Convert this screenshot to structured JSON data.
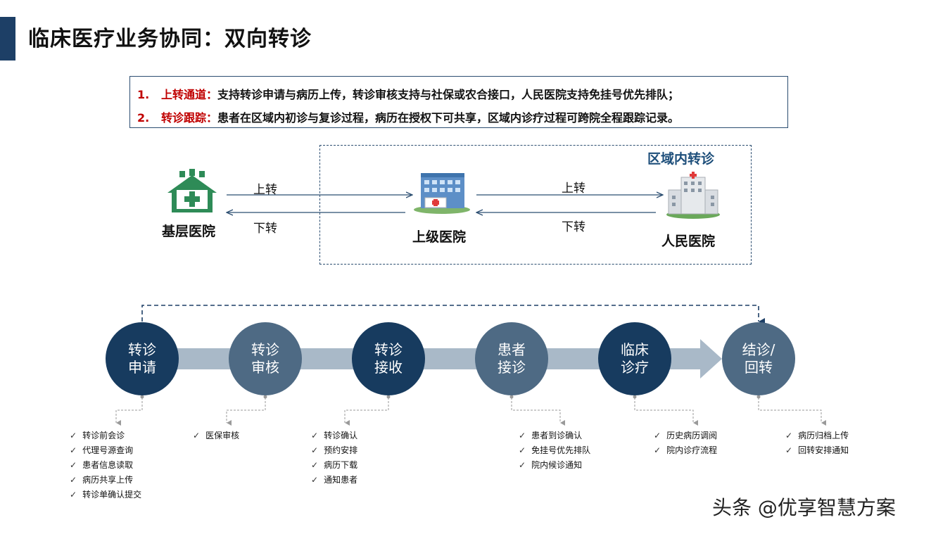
{
  "title": "临床医疗业务协同：双向转诊",
  "notes": [
    {
      "num": "1.",
      "key": "上转通道：",
      "text": "支持转诊申请与病历上传，转诊审核支持与社保或农合接口，人民医院支持免挂号优先排队；"
    },
    {
      "num": "2.",
      "key": "转诊跟踪：",
      "text": "患者在区域内初诊与复诊过程，病历在授权下可共享，区域内诊疗过程可跨院全程跟踪记录。"
    }
  ],
  "region_label": "区域内转诊",
  "hospitals": {
    "primary": "基层医院",
    "upper": "上级医院",
    "people": "人民医院"
  },
  "arrows": {
    "left_up": "上转",
    "left_down": "下转",
    "right_up": "上转",
    "right_down": "下转"
  },
  "steps": [
    {
      "line1": "转诊",
      "line2": "申请",
      "items": [
        "转诊前会诊",
        "代理号源查询",
        "患者信息读取",
        "病历共享上传",
        "转诊单确认提交"
      ]
    },
    {
      "line1": "转诊",
      "line2": "审核",
      "items": [
        "医保审核"
      ]
    },
    {
      "line1": "转诊",
      "line2": "接收",
      "items": [
        "转诊确认",
        "预约安排",
        "病历下载",
        "通知患者"
      ]
    },
    {
      "line1": "患者",
      "line2": "接诊",
      "items": [
        "患者到诊确认",
        "免挂号优先排队",
        "院内候诊通知"
      ]
    },
    {
      "line1": "临床",
      "line2": "诊疗",
      "items": [
        "历史病历调阅",
        "院内诊疗流程"
      ]
    },
    {
      "line1": "结诊/",
      "line2": "回转",
      "items": [
        "病历归档上传",
        "回转安排通知"
      ]
    }
  ],
  "watermark": "头条 @优享智慧方案",
  "colors": {
    "accent": "#c00000",
    "navy": "#173b5f",
    "slate": "#4e6a84",
    "band": "#a9b9c8"
  },
  "icons": [
    "clinic-icon",
    "upper-hospital-icon",
    "people-hospital-icon"
  ]
}
